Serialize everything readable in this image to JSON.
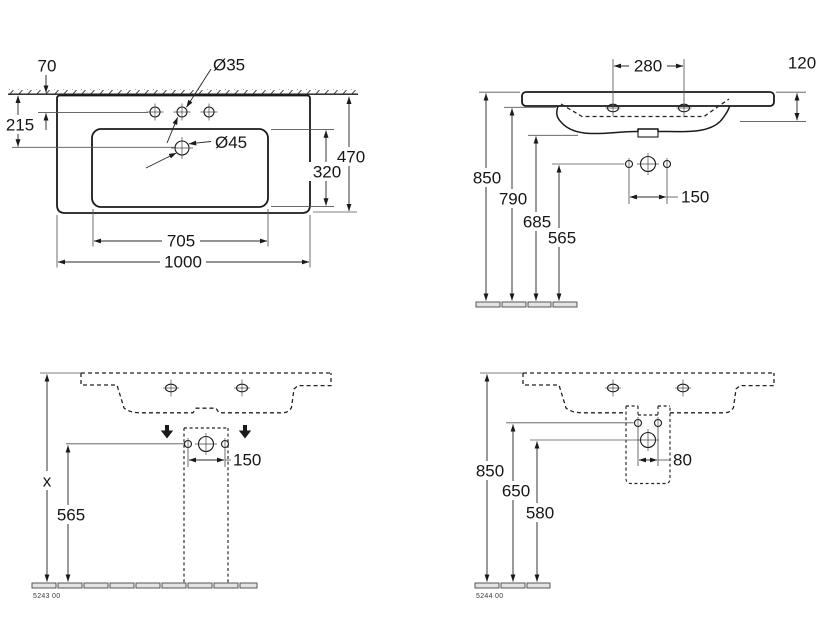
{
  "drawing_type": "washbasin technical dimension drawing",
  "views": {
    "plan": {
      "dim_wall_to_tap_holes": "70",
      "dim_wall_to_drain": "215",
      "dim_tap_hole_diameter": "Ø35",
      "dim_drain_diameter": "Ø45",
      "dim_overall_depth": "470",
      "dim_bowl_depth": "320",
      "dim_bowl_width": "705",
      "dim_overall_width": "1000"
    },
    "front_elevation": {
      "dim_tap_hole_centres": "280",
      "dim_front_edge_height": "120",
      "dim_rim_height": "850",
      "dim_rear_underside_height": "790",
      "dim_underside_height": "685",
      "dim_drain_centre_height": "565",
      "dim_fixing_hole_centres": "150"
    },
    "pedestal_elevation": {
      "dim_rim_height": "x",
      "dim_drain_centre_height": "565",
      "dim_fixing_hole_centres": "150",
      "product_code": "5243 00"
    },
    "siphon_cover_elevation": {
      "dim_rim_height": "850",
      "dim_fixing_centre_height": "650",
      "dim_drain_centre_height": "580",
      "dim_fixing_hole_centres": "80",
      "product_code": "5244 00"
    }
  }
}
